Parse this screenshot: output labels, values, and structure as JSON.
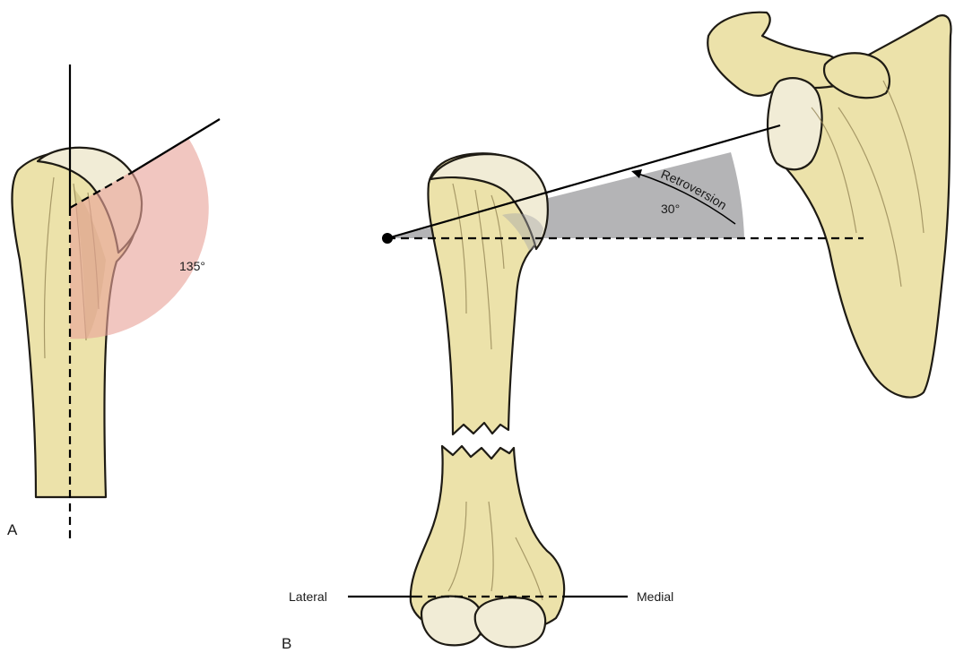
{
  "colors": {
    "bone": "#ece2aa",
    "bone_shadow": "#c9b978",
    "cartilage": "#f1ecd6",
    "inclination_angle": "#e8a39a",
    "retroversion_angle": "#a7a7a9",
    "line": "#000000"
  },
  "panel_a": {
    "label": "A",
    "angle_label": "135°"
  },
  "panel_b": {
    "label": "B",
    "angle_label": "30°",
    "retroversion_label": "Retroversion",
    "lateral_label": "Lateral",
    "medial_label": "Medial"
  }
}
